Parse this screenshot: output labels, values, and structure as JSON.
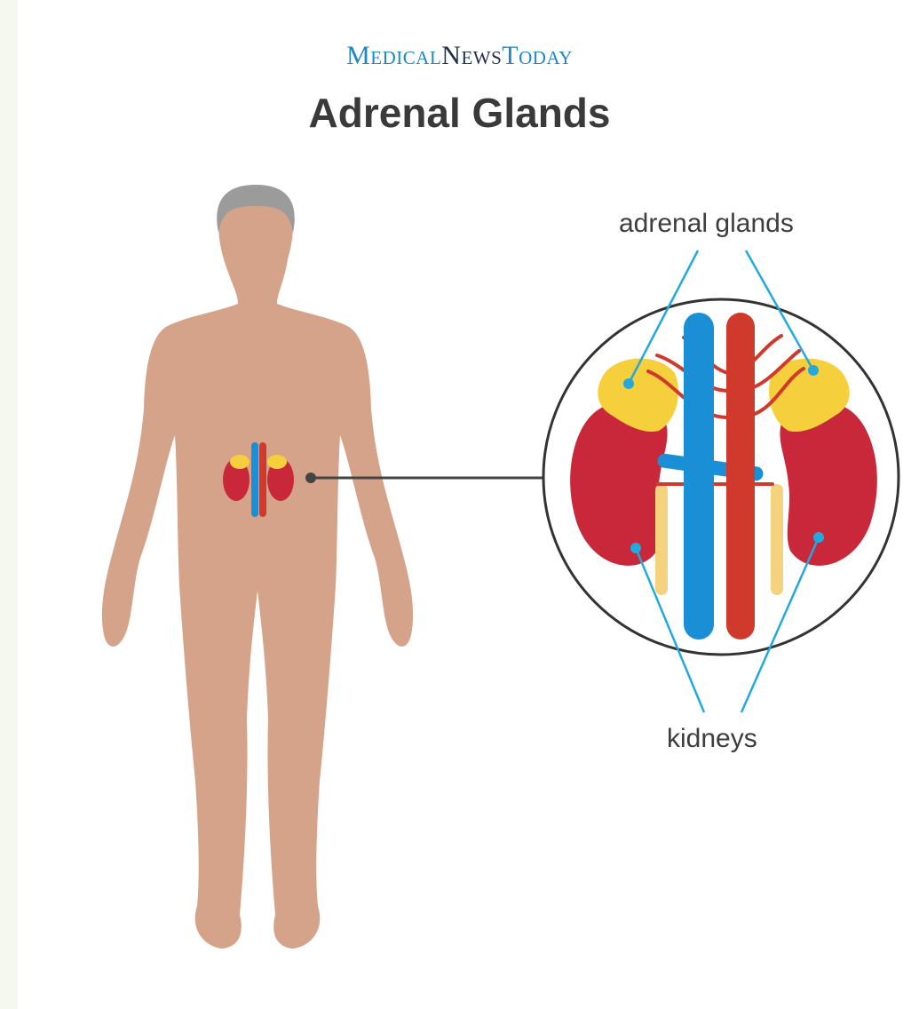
{
  "header": {
    "brand_medical": "Medical",
    "brand_news": "News",
    "brand_today": "Today",
    "title": "Adrenal Glands"
  },
  "labels": {
    "adrenal_glands": "adrenal glands",
    "kidneys": "kidneys"
  },
  "colors": {
    "brand_blue": "#1e88c8",
    "brand_dark": "#1f2f4a",
    "skin": "#d5a38a",
    "hair": "#9b9b9b",
    "kidney": "#c8283a",
    "adrenal": "#f6cf3c",
    "vena_cava": "#1b8fd6",
    "aorta": "#cf3a2c",
    "pointer": "#22aadd",
    "connector": "#444444"
  }
}
